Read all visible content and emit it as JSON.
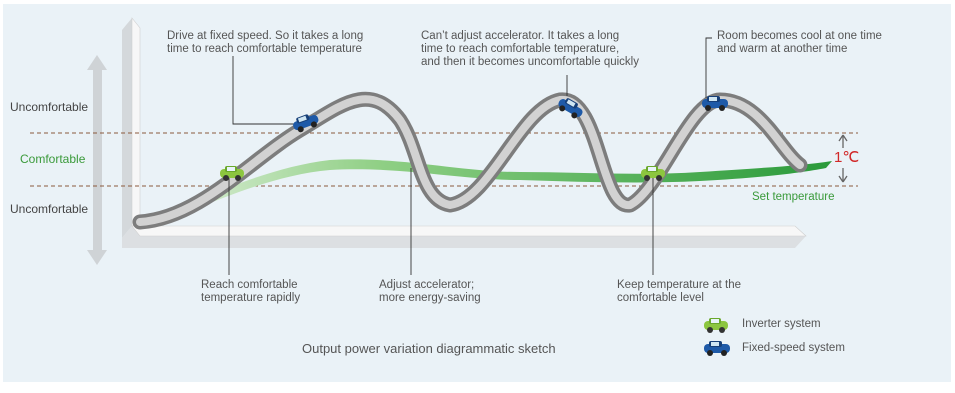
{
  "zones": {
    "upper": "Uncomfortable",
    "middle": "Comfortable",
    "lower": "Uncomfortable"
  },
  "annotations": {
    "fixed_speed_time": "Drive at fixed speed. So it takes a long\ntime to reach comfortable temperature",
    "no_accelerator": "Can’t adjust accelerator. It takes a long\ntime to reach comfortable temperature,\nand then it becomes uncomfortable quickly",
    "room_cool_warm": "Room becomes cool at one time\nand warm at another time",
    "reach_rapidly": "Reach comfortable\ntemperature rapidly",
    "adjust_accelerator": "Adjust accelerator;\nmore energy-saving",
    "keep_temperature": "Keep temperature at the\ncomfortable level"
  },
  "tolerance": "1℃",
  "set_temperature": "Set temperature",
  "caption": "Output power variation diagrammatic sketch",
  "legend": {
    "inverter": "Inverter system",
    "fixed_speed": "Fixed-speed system"
  },
  "colors": {
    "inverter_band": "#3fa43f",
    "fixed_band": "#8a8a8a",
    "inverter_car": "#8cc63f",
    "fixed_car": "#1e5aa8",
    "comfort_text": "#3a9a3a",
    "tolerance_text": "#d12828",
    "dashed_lines": "#8b5a3c"
  }
}
